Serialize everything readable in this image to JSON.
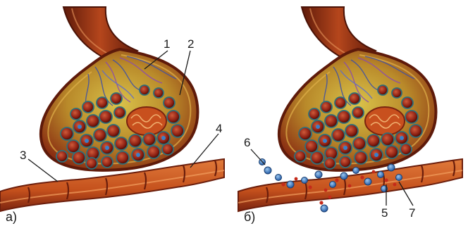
{
  "panels": [
    {
      "caption": "а)"
    },
    {
      "caption": "б)"
    }
  ],
  "callouts": [
    "1",
    "2",
    "3",
    "4",
    "5",
    "6",
    "7"
  ],
  "colors": {
    "axon_outer": "#7a2a12",
    "axon_inner": "#b84a1e",
    "terminal_fill": "#c9b23a",
    "vesicle_fill": "#8c1f12",
    "vesicle_ring": "#2f6f7a",
    "membrane": "#c8541e",
    "membrane_dark": "#6b1e0c",
    "mediator_blue": "#3a7fc8",
    "mediator_red": "#c42a1a"
  }
}
